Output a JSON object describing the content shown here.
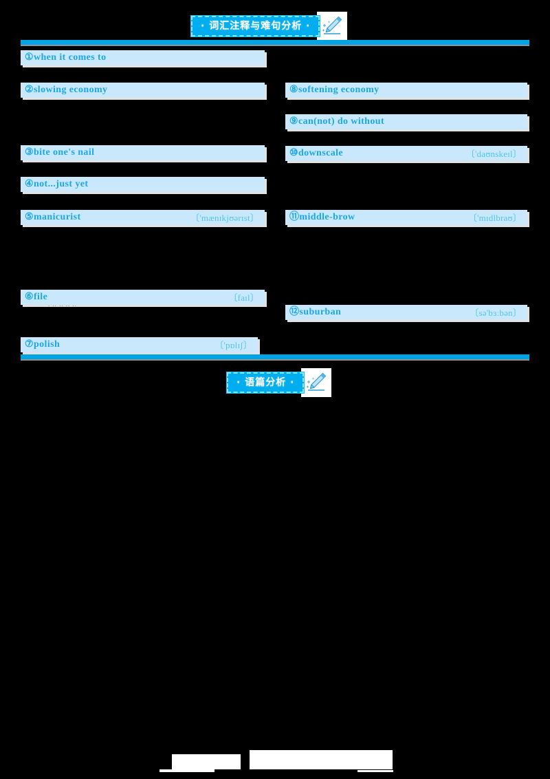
{
  "page": {
    "background_color": "#000000",
    "accent_color": "#00A4E4",
    "highlight_color": "#CAE8FB",
    "term_color": "#1BA7E8",
    "phonetic_color": "#4FC4F2"
  },
  "sections": [
    {
      "id": "vocabulary",
      "badge_text": "· 词汇注释与难句分析 ·",
      "icon": "pencil-icon"
    },
    {
      "id": "discourse",
      "badge_text": "· 语篇分析 ·",
      "icon": "pencil-icon"
    }
  ],
  "entries_left": [
    {
      "num": "①",
      "term": "when it comes to",
      "phonetic": ""
    },
    {
      "num": "②",
      "term": "slowing economy",
      "phonetic": ""
    },
    {
      "num": "③",
      "term": "bite one's nail",
      "phonetic": ""
    },
    {
      "num": "④",
      "term": "not...just yet",
      "phonetic": ""
    },
    {
      "num": "⑤",
      "term": "manicurist",
      "phonetic": "〔'mænɪkjʊərɪst〕"
    },
    {
      "num": "⑥",
      "term": "file",
      "phonetic": "〔faɪl〕"
    },
    {
      "num": "⑦",
      "term": "polish",
      "phonetic": "〔'pɒlɪʃ〕"
    }
  ],
  "entries_right": [
    {
      "num": "⑧",
      "term": "softening economy",
      "phonetic": ""
    },
    {
      "num": "⑨",
      "term": "can(not) do without",
      "phonetic": ""
    },
    {
      "num": "⑩",
      "term": "downscale",
      "phonetic": "〔'daʊnskeɪl〕"
    },
    {
      "num": "⑪",
      "term": "middle-brow",
      "phonetic": "〔'mɪdlbraʊ〕"
    },
    {
      "num": "⑫",
      "term": "suburban",
      "phonetic": "〔sə'bɜːbən〕"
    }
  ],
  "artifact_text": "· ·· ·· ·· ··"
}
